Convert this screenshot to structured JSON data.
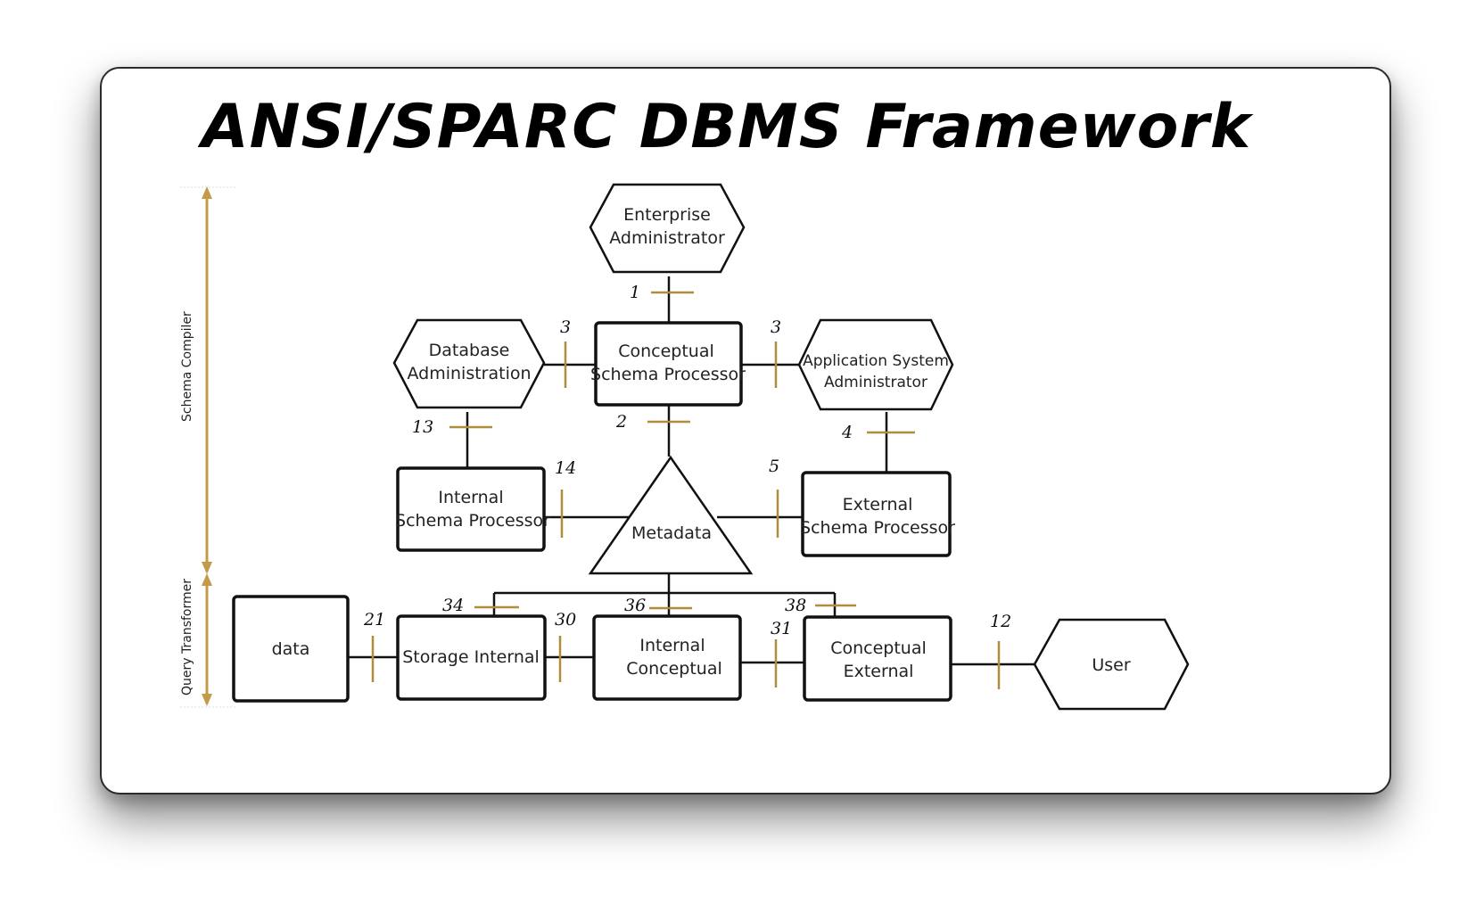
{
  "title": "ANSI/SPARC DBMS Framework",
  "side_labels": {
    "schema_compiler": "Schema Compiler",
    "query_transformer": "Query Transformer"
  },
  "nodes": {
    "enterprise_admin": {
      "line1": "Enterprise",
      "line2": "Administrator"
    },
    "conceptual_schema_processor": {
      "line1": "Conceptual",
      "line2": "Schema Processor"
    },
    "database_administration": {
      "line1": "Database",
      "line2": "Administration"
    },
    "application_system_admin": {
      "line1": "Application System",
      "line2": "Administrator"
    },
    "internal_schema_processor": {
      "line1": "Internal",
      "line2": "Schema Processor"
    },
    "metadata": {
      "line1": "Metadata"
    },
    "external_schema_processor": {
      "line1": "External",
      "line2": "Schema Processor"
    },
    "data": {
      "line1": "data"
    },
    "storage_internal": {
      "line1": "Storage Internal"
    },
    "internal_conceptual": {
      "line1": "Internal",
      "line2": "Conceptual"
    },
    "conceptual_external": {
      "line1": "Conceptual",
      "line2": "External"
    },
    "user": {
      "line1": "User"
    }
  },
  "interfaces": {
    "i1": "1",
    "i2": "2",
    "i3a": "3",
    "i3b": "3",
    "i4": "4",
    "i5": "5",
    "i12": "12",
    "i13": "13",
    "i14": "14",
    "i21": "21",
    "i30": "30",
    "i31": "31",
    "i34": "34",
    "i36": "36",
    "i38": "38"
  },
  "colors": {
    "accent_tick": "#b08d3c",
    "brace": "#c39a4a",
    "stroke": "#111111"
  }
}
